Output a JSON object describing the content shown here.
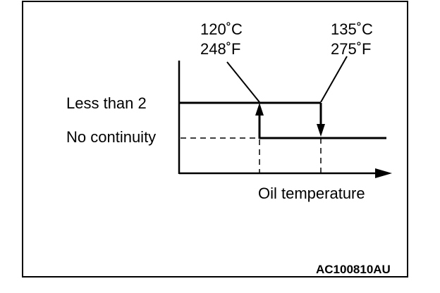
{
  "labels": {
    "temp_low_c": "120˚C",
    "temp_low_f": "248˚F",
    "temp_high_c": "135˚C",
    "temp_high_f": "275˚F",
    "state_high": "Less than 2",
    "state_low": "No continuity",
    "x_axis": "Oil temperature"
  },
  "figure_code": "AC100810AU",
  "colors": {
    "line": "#000000",
    "background": "#ffffff"
  }
}
